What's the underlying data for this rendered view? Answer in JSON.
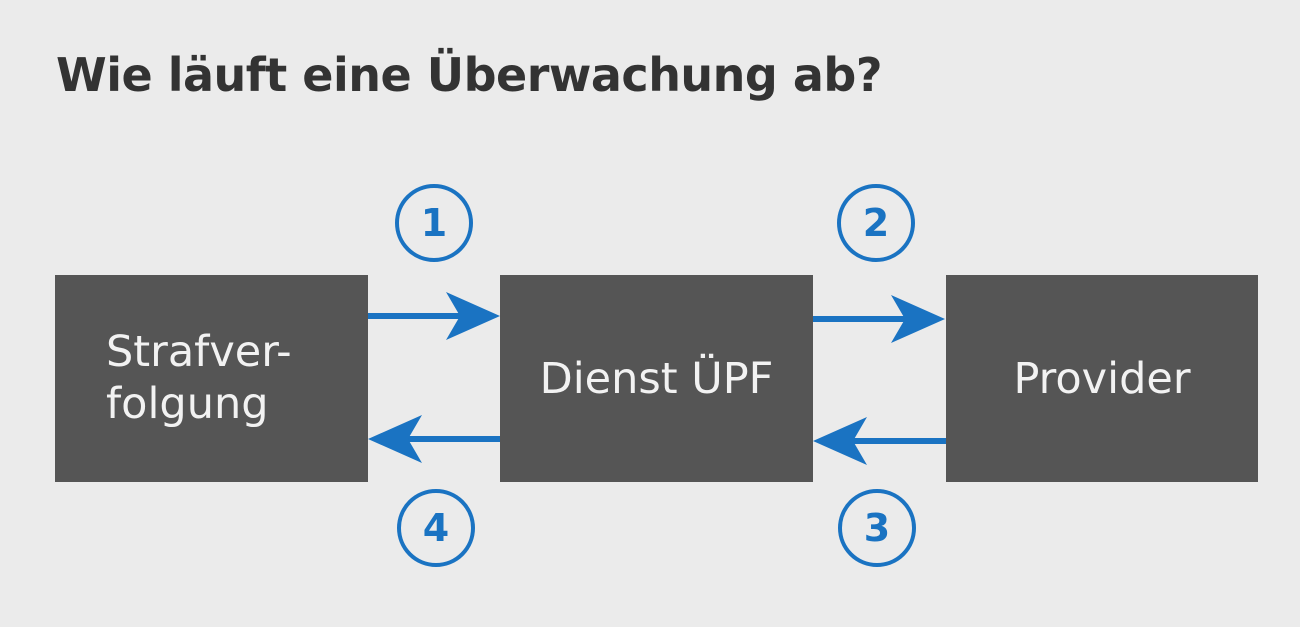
{
  "title": "Wie läuft eine Überwachung ab?",
  "nodes": {
    "strafverfolgung": {
      "line1": "Strafver-",
      "line2": "folgung"
    },
    "dienst": {
      "label": "Dienst ÜPF"
    },
    "provider": {
      "label": "Provider"
    }
  },
  "steps": [
    "1",
    "2",
    "3",
    "4"
  ],
  "colors": {
    "background": "#ebebeb",
    "box": "#555555",
    "accent": "#1a73c2",
    "title": "#333333"
  }
}
